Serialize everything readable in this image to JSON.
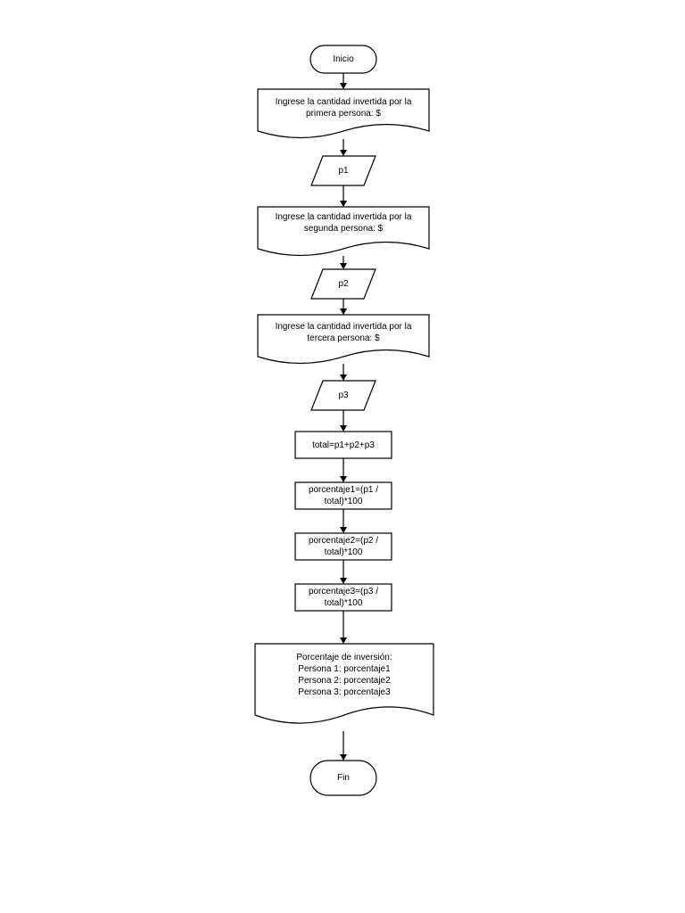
{
  "flowchart": {
    "start": "Inicio",
    "prompt1": "Ingrese la cantidad invertida por la\nprimera persona: $",
    "input1": "p1",
    "prompt2": "Ingrese la cantidad invertida por la\nsegunda persona: $",
    "input2": "p2",
    "prompt3": "Ingrese la cantidad invertida por la\ntercera persona: $",
    "input3": "p3",
    "calc_total": "total=p1+p2+p3",
    "calc_pct1": "porcentaje1=(p1 /\ntotal)*100",
    "calc_pct2": "porcentaje2=(p2 /\ntotal)*100",
    "calc_pct3": "porcentaje3=(p3 /\ntotal)*100",
    "output": "Porcentaje de inversión:\nPersona 1: porcentaje1\nPersona 2: porcentaje2\nPersona 3: porcentaje3",
    "end": "Fin"
  }
}
